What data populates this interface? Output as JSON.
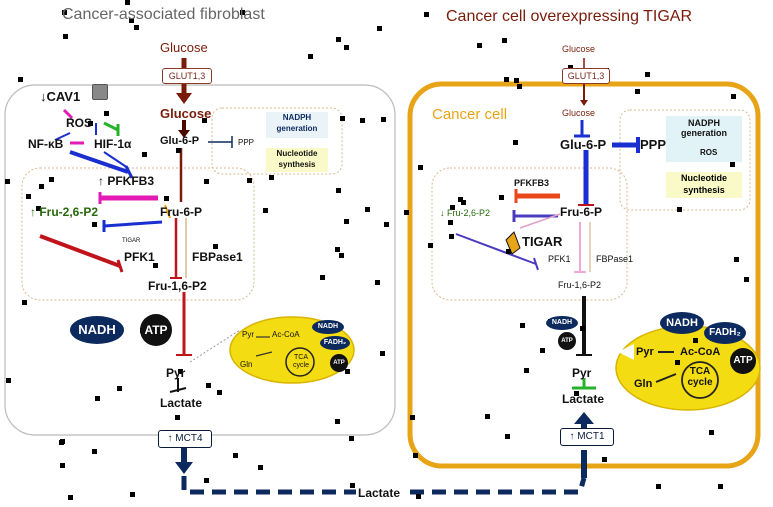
{
  "left": {
    "title": "Cancer-associated fibroblast",
    "glucose_out": "Glucose",
    "glut": "GLUT1,3",
    "glucose_in": "Glucose",
    "cav1": "↓CAV1",
    "ros": "ROS",
    "nfkb": "NF-κB",
    "hif": "HIF-1α",
    "glu6p": "Glu-6-P",
    "ppp": "PPP",
    "nadph": "NADPH generation",
    "nucleotide": "Nucleotide synthesis",
    "pfkfb3": "↑ PFKFB3",
    "fru26": "↑ Fru-2,6-P2",
    "fru6p": "Fru-6-P",
    "tigar": "TIGAR",
    "pfk1": "PFK1",
    "fbpase1": "FBPase1",
    "fru16": "Fru-1,6-P2",
    "nadh": "NADH",
    "atp": "ATP",
    "pyr": "Pyr",
    "lactate": "Lactate",
    "mct": "↑ MCT4",
    "mito": {
      "pyr": "Pyr",
      "accoa": "Ac-CoA",
      "nadh": "NADH",
      "fadh": "FADH₂",
      "gln": "Gln",
      "tca": "TCA cycle",
      "atp": "ATP"
    }
  },
  "right": {
    "title": "Cancer cell overexpressing TIGAR",
    "cell_label": "Cancer cell",
    "glucose_out": "Glucose",
    "glut": "GLUT1,3",
    "glucose_in": "Glucose",
    "glu6p": "Glu-6-P",
    "ppp": "PPP",
    "nadph": "NADPH generation",
    "ros": "ROS",
    "nucleotide": "Nucleotide synthesis",
    "pfkfb3": "PFKFB3",
    "fru26": "↓ Fru-2,6-P2",
    "fru6p": "Fru-6-P",
    "tigar": "TIGAR",
    "pfk1": "PFK1",
    "fbpase1": "FBPase1",
    "fru16": "Fru-1,6-P2",
    "nadh": "NADH",
    "atp": "ATP",
    "pyr": "Pyr",
    "lactate": "Lactate",
    "mct": "↑ MCT1",
    "mito": {
      "nadh": "NADH",
      "fadh": "FADH₂",
      "pyr": "Pyr",
      "accoa": "Ac-CoA",
      "gln": "Gln",
      "tca": "TCA cycle",
      "atp": "ATP"
    }
  },
  "shuttle_label": "Lactate",
  "colors": {
    "glycolysis_red": "#c0141c",
    "blue": "#1a2fd0",
    "magenta": "#e31ab5",
    "green": "#26b22b",
    "orange": "#e8a417",
    "mito_yellow": "#f4dc12",
    "navy": "#0d2a5e"
  }
}
